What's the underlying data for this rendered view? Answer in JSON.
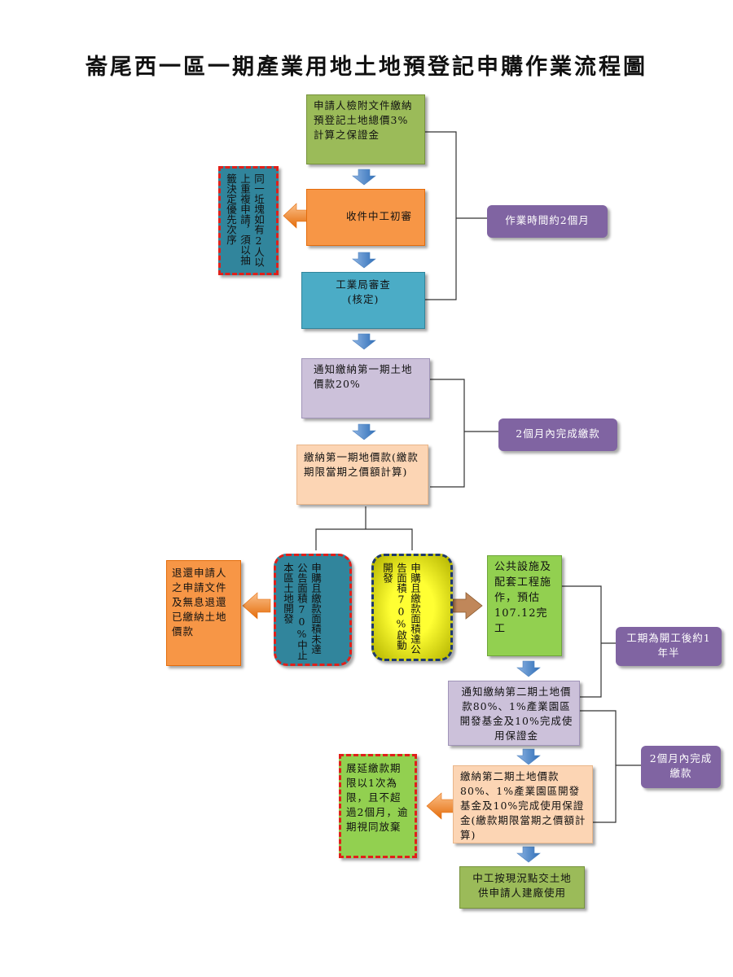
{
  "title": "崙尾西一區一期產業用地土地預登記申購作業流程圖",
  "steps": {
    "apply": "申請人檢附文件繳納預登記土地總價3%計算之保證金",
    "receive": "收件中工初審",
    "bureau": "工業局審查\n(核定)",
    "notice1": "通知繳納第一期土地價款20%",
    "pay1": "繳納第一期地價款(繳款期限當期之價額計算)",
    "public_works": "公共設施及配套工程施作，預估107.12完工",
    "notice2": "通知繳納第二期土地價款80%、1%產業園區開發基金及10%完成使用保證金",
    "pay2": "繳納第二期土地價款80%、1%產業園區開發基金及10%完成使用保證金(繳款期限當期之價額計算)",
    "handover": "中工按現況點交土地供申請人建廠使用"
  },
  "conditions": {
    "duplicate": "同一坵塊如有2人以上重複申請，須以抽籤決定優先次序",
    "not_reached": "申購且繳款面積未達公告面積70%中止本區土地開發",
    "reached": "申購且繳款面積達公告面積70%啟動開發",
    "refund": "退還申請人之申請文件及無息退還已繳納土地價款",
    "extend": "展延繳款期限以1次為限，且不超過2個月，逾期視同放棄"
  },
  "notes": {
    "two_months": "作業時間約2個月",
    "pay_within_2m": "2個月內完成繳款",
    "construction_period": "工期為開工後約1年半",
    "pay_within_2m_b": "2個月內完成繳款"
  },
  "colors": {
    "green": "#9bbb59",
    "orange": "#f79646",
    "teal": "#4bacc6",
    "lavender": "#ccc1da",
    "peach": "#fcd5b4",
    "dark_teal": "#31859c",
    "yellow": "#ffff00",
    "lime": "#92d050",
    "purple": "#8064a2",
    "arrow_blue": "#558ed5",
    "arrow_orange": "#f79646",
    "arrow_brown": "#c0875a"
  }
}
